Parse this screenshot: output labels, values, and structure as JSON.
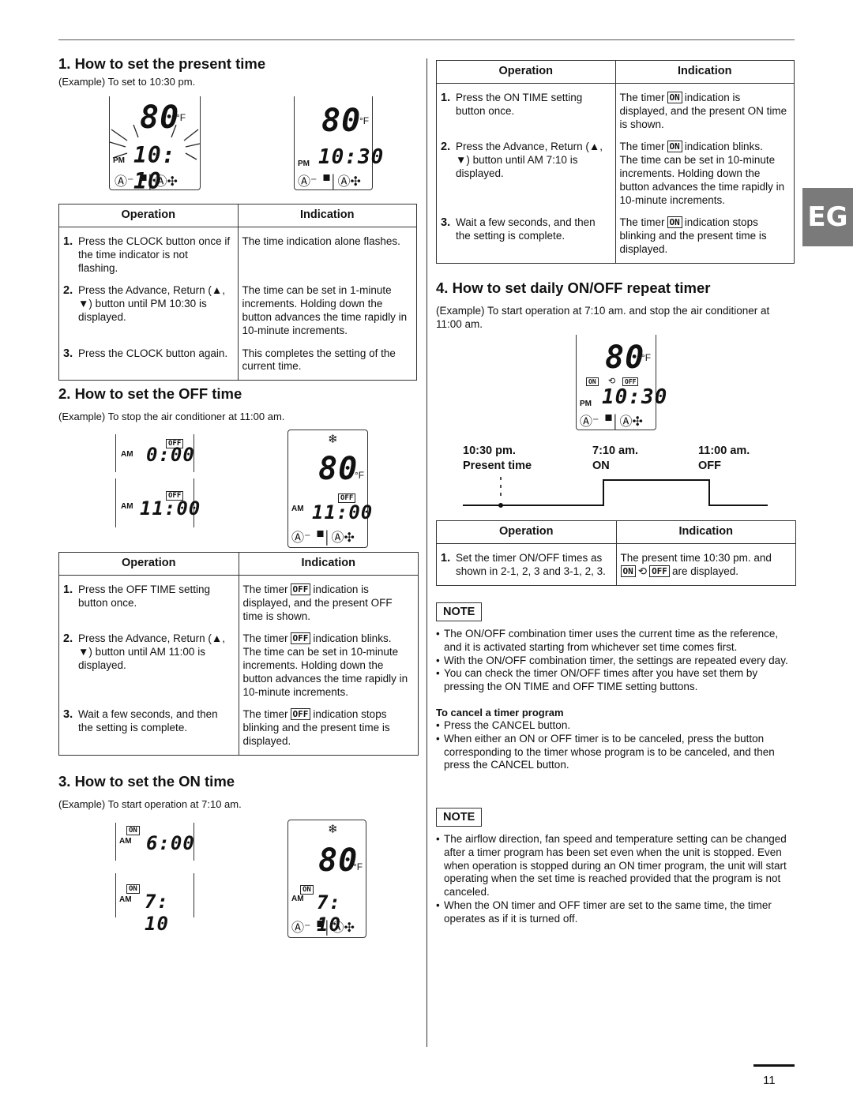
{
  "side_tab": "EG",
  "page_number": "11",
  "sec1": {
    "title": "1.  How to set the present time",
    "example": "(Example) To set to 10:30 pm.",
    "disp_temp": "80",
    "disp_unit": "°F",
    "disp_a_ampm": "PM",
    "disp_a_time": "10: 10",
    "disp_b_ampm": "PM",
    "disp_b_time": "10:30",
    "table": {
      "head_op": "Operation",
      "head_ind": "Indication",
      "rows": [
        {
          "n": "1.",
          "op": "Press the CLOCK button once if the time indicator is not flashing.",
          "ind": "The time indication alone flashes."
        },
        {
          "n": "2.",
          "op": "Press the Advance, Return (▲, ▼) button until PM 10:30 is displayed.",
          "ind": "The time can be set in 1-minute increments. Holding down the button advances the time rapidly in 10-minute increments."
        },
        {
          "n": "3.",
          "op": "Press the CLOCK button again.",
          "ind": "This completes the setting of the current time."
        }
      ]
    }
  },
  "sec2": {
    "title": "2.  How to set the OFF time",
    "example": "(Example) To stop the air conditioner at 11:00 am.",
    "badge": "OFF",
    "ampm": "AM",
    "time_a": "0:00",
    "time_b": "11:00",
    "table": {
      "head_op": "Operation",
      "head_ind": "Indication",
      "r1_op": "Press the OFF TIME setting button once.",
      "r1_ind_pre": "The timer",
      "r1_ind_post": "indication is displayed, and the present OFF time is shown.",
      "r2_op": "Press the Advance, Return (▲, ▼) button until AM 11:00 is displayed.",
      "r2_ind_pre": "The timer",
      "r2_ind_post": "indication blinks.",
      "r2_ind_extra": "The time can be set in 10-minute increments. Holding down the button advances the time rapidly in 10-minute increments.",
      "r3_op": "Wait a few seconds, and then the setting is complete.",
      "r3_ind_pre": "The timer",
      "r3_ind_post": "indication stops blinking and the present time is displayed."
    }
  },
  "sec3": {
    "title": "3. How to set the ON time",
    "example": "(Example) To start operation at 7:10 am.",
    "badge": "ON",
    "ampm": "AM",
    "time_a": "6:00",
    "time_b": "7: 10"
  },
  "sec3_table": {
    "head_op": "Operation",
    "head_ind": "Indication",
    "r1_op": "Press the ON TIME setting button once.",
    "r1_ind_pre": "The timer",
    "r1_ind_post": "indication is displayed, and the present ON time is shown.",
    "r2_op": "Press the Advance, Return (▲, ▼) button until AM 7:10 is displayed.",
    "r2_ind_pre": "The timer",
    "r2_ind_post": "indication blinks.",
    "r2_ind_extra": "The time can be set in 10-minute increments. Holding down the button advances the time rapidly in 10-minute increments.",
    "r3_op": "Wait a few seconds, and then the setting is complete.",
    "r3_ind_pre": "The timer",
    "r3_ind_post": "indication stops blinking and the present time is displayed."
  },
  "sec4": {
    "title": "4. How to set daily ON/OFF repeat timer",
    "example": "(Example) To start operation at 7:10 am. and stop the air conditioner at 11:00 am.",
    "disp_time": "10:30",
    "disp_ampm": "PM",
    "tl_t1": "10:30 pm.",
    "tl_t2": "7:10 am.",
    "tl_t3": "11:00 am.",
    "tl_l1": "Present time",
    "tl_l2": "ON",
    "tl_l3": "OFF",
    "table": {
      "head_op": "Operation",
      "head_ind": "Indication",
      "r1_op": "Set the timer ON/OFF times as shown in 2-1, 2, 3 and 3-1, 2, 3.",
      "r1_ind_pre": "The present time 10:30 pm. and",
      "r1_ind_post": "are displayed."
    }
  },
  "note1": {
    "label": "NOTE",
    "items": [
      "The ON/OFF combination timer uses the current time as the reference, and it is activated starting from whichever set time comes first.",
      "With the ON/OFF combination timer, the settings are repeated every day.",
      "You can check the timer ON/OFF times after you have set them by pressing the ON TIME and OFF TIME setting buttons."
    ],
    "cancel_title": "To cancel a timer program",
    "cancel_items": [
      "Press the CANCEL button.",
      "When either an ON or OFF timer is to be canceled, press the button corresponding to the timer whose program is to be canceled, and then press the CANCEL button."
    ]
  },
  "note2": {
    "label": "NOTE",
    "items": [
      "The airflow direction, fan speed and temperature setting can be changed after a timer program has been set even when the unit is stopped. Even when operation is stopped during an ON timer program, the unit will start operating when the set time is reached provided that the program is not canceled.",
      "When the ON timer and OFF timer are set to the same time, the timer operates as if it is turned off."
    ]
  }
}
